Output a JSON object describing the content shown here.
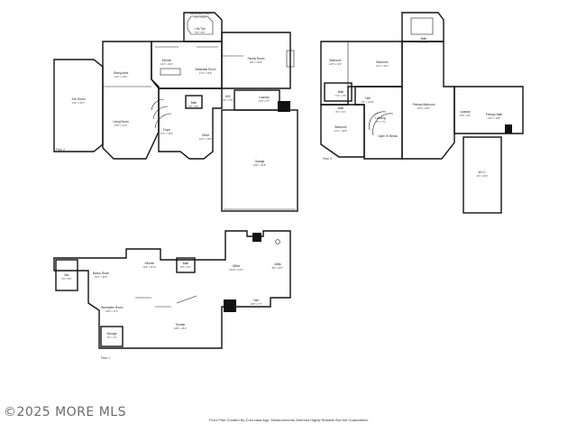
{
  "floors": {
    "first": {
      "label": "Floor 2",
      "rooms": [
        {
          "name": "Sun Room",
          "dim": "14'6\" x 22'7\""
        },
        {
          "name": "Dining Area",
          "dim": "11'3\" x 13'5\""
        },
        {
          "name": "Kitchen",
          "dim": "14'2\" x 16'4\""
        },
        {
          "name": "Living Room",
          "dim": "15'5\" x 17'4\""
        },
        {
          "name": "Breakfast Room",
          "dim": "17'4\" x 10'9\""
        },
        {
          "name": "Family Room",
          "dim": "20'1\" x 20'4\""
        },
        {
          "name": "Hot Tub",
          "dim": "8'4\" x 8'0\""
        },
        {
          "name": "Screened Porch",
          "dim": "13'6\" x 8'10\""
        },
        {
          "name": "Foyer",
          "dim": "16'1\" x 10'3\""
        },
        {
          "name": "Office",
          "dim": "12'6\" x 13'6\""
        },
        {
          "name": "Bath",
          "dim": "5'6\" x 8'9\""
        },
        {
          "name": "Laundry",
          "dim": "10'3\" x 7'4\""
        },
        {
          "name": "WIC",
          "dim": "5'2\" x 6'5\""
        },
        {
          "name": "Garage",
          "dim": "24'6\" x 22'8\""
        }
      ]
    },
    "second": {
      "label": "Floor 3",
      "rooms": [
        {
          "name": "Bedroom",
          "dim": "12'6\" x 11'3\""
        },
        {
          "name": "Bedroom",
          "dim": "12'1\" x 13'4\""
        },
        {
          "name": "Bath",
          "dim": "7'11\" x 9'0\""
        },
        {
          "name": "Bath",
          "dim": "8'3\" x 5'4\""
        },
        {
          "name": "Hall",
          "dim": "8'1\" x 22'11\""
        },
        {
          "name": "Bedroom",
          "dim": "12'1\" x 13'8\""
        },
        {
          "name": "Landing",
          "dim": "8'3\" x 7'4\""
        },
        {
          "name": "Open To Below",
          "dim": ""
        },
        {
          "name": "Primary Bedroom",
          "dim": "19'4\" x 24'4\""
        },
        {
          "name": "Laundry",
          "dim": "13'5\" x 8'1\""
        },
        {
          "name": "Primary Bath",
          "dim": "13'4\" x 10'8\""
        },
        {
          "name": "Bath",
          "dim": "6'4\" x 5'2\""
        },
        {
          "name": "W.I.C.",
          "dim": "9'2\" x 16'0\""
        }
      ]
    },
    "basement": {
      "label": "Floor 1",
      "rooms": [
        {
          "name": "Bonus Room",
          "dim": "15'1\" x 15'9\""
        },
        {
          "name": "Bar",
          "dim": "6'3\" x 8'5\""
        },
        {
          "name": "Kitchen",
          "dim": "14'6\" x 11'11\""
        },
        {
          "name": "Bath",
          "dim": "8'6\" x 6'3\""
        },
        {
          "name": "Office",
          "dim": "22'10\" x 14'3\""
        },
        {
          "name": "Utility",
          "dim": "8'0\" x 23'7\""
        },
        {
          "name": "Recreation Room",
          "dim": "16'8\" x 17'1\""
        },
        {
          "name": "Hall",
          "dim": "10'8\" x 7'0\""
        },
        {
          "name": "Storage",
          "dim": "7'6\" x 7'6\""
        },
        {
          "name": "Theater",
          "dim": "22'8\" x 15'4\""
        }
      ]
    }
  },
  "watermark": "©2025 MORE MLS",
  "footer": "Floor Plan Created By Cubi.casa App. Measurements Deemed Highly Reliable But Not Guaranteed."
}
